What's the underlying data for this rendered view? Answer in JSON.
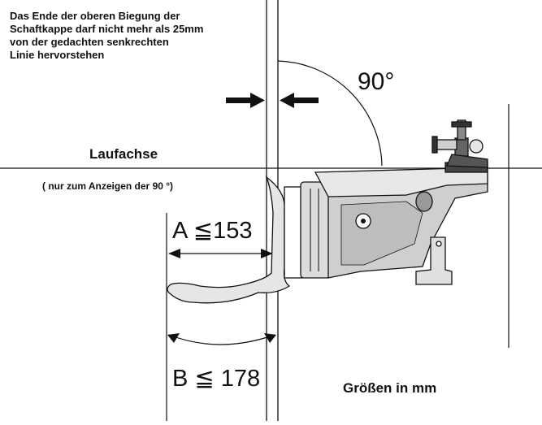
{
  "note": {
    "lines": [
      "Das Ende der oberen Biegung der",
      "Schaftkappe darf nicht mehr als 25mm",
      "von der gedachten senkrechten",
      "Linie hervorstehen"
    ]
  },
  "axis": {
    "label": "Laufachse",
    "sub": "( nur zum Anzeigen der 90 °)"
  },
  "angle": {
    "label": "90°"
  },
  "dimensions": {
    "a": "A ≦153",
    "b": "B ≦ 178"
  },
  "units": "Größen in mm",
  "colors": {
    "ink": "#111111",
    "fill_light": "#d8d8d8",
    "fill_dark": "#555555",
    "background": "#ffffff"
  }
}
